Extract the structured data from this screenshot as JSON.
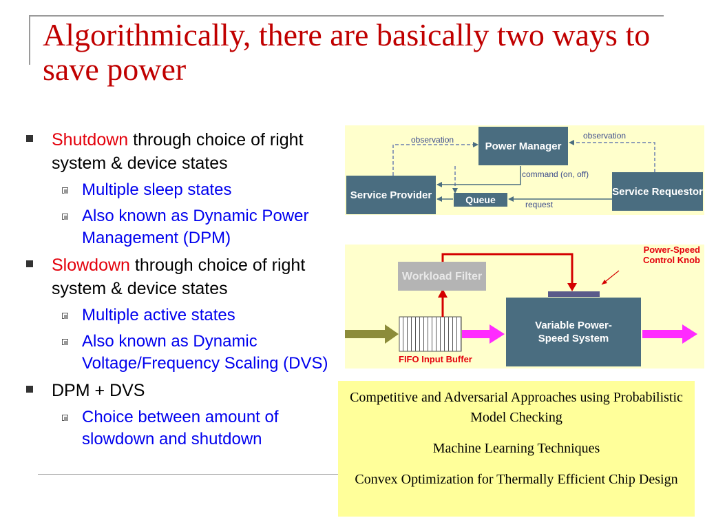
{
  "title": "Algorithmically, there are basically two ways to save power",
  "bullets": [
    {
      "highlight": "Shutdown",
      "rest": " through choice of right system & device states",
      "subs": [
        "Multiple sleep states",
        "Also known as Dynamic Power Management (DPM)"
      ]
    },
    {
      "highlight": "Slowdown",
      "rest": " through choice of right system & device states",
      "subs": [
        "Multiple active states",
        "Also known as Dynamic Voltage/Frequency Scaling (DVS)"
      ]
    },
    {
      "highlight": "",
      "rest": "DPM + DVS",
      "subs": [
        "Choice between amount of slowdown and shutdown"
      ]
    }
  ],
  "diagram1": {
    "power_manager": "Power Manager",
    "service_provider": "Service Provider",
    "service_requestor": "Service Requestor",
    "queue": "Queue",
    "observation_left": "observation",
    "observation_right": "observation",
    "command": "command (on, off)",
    "request": "request"
  },
  "diagram2": {
    "workload_filter": "Workload Filter",
    "variable_system": "Variable Power-Speed System",
    "fifo_label": "FIFO Input Buffer",
    "knob_label": "Power-Speed Control Knob"
  },
  "approaches": [
    "Competitive and Adversarial Approaches using Probabilistic Model Checking",
    "Machine Learning Techniques",
    "Convex Optimization for Thermally Efficient Chip Design"
  ],
  "colors": {
    "title": "#c00000",
    "highlight": "#e3000b",
    "sub_bullet": "#0000ee",
    "diagram_box": "#4a6d80",
    "diagram_bg": "#ffffcc",
    "approach_bg": "#ffff9a"
  }
}
